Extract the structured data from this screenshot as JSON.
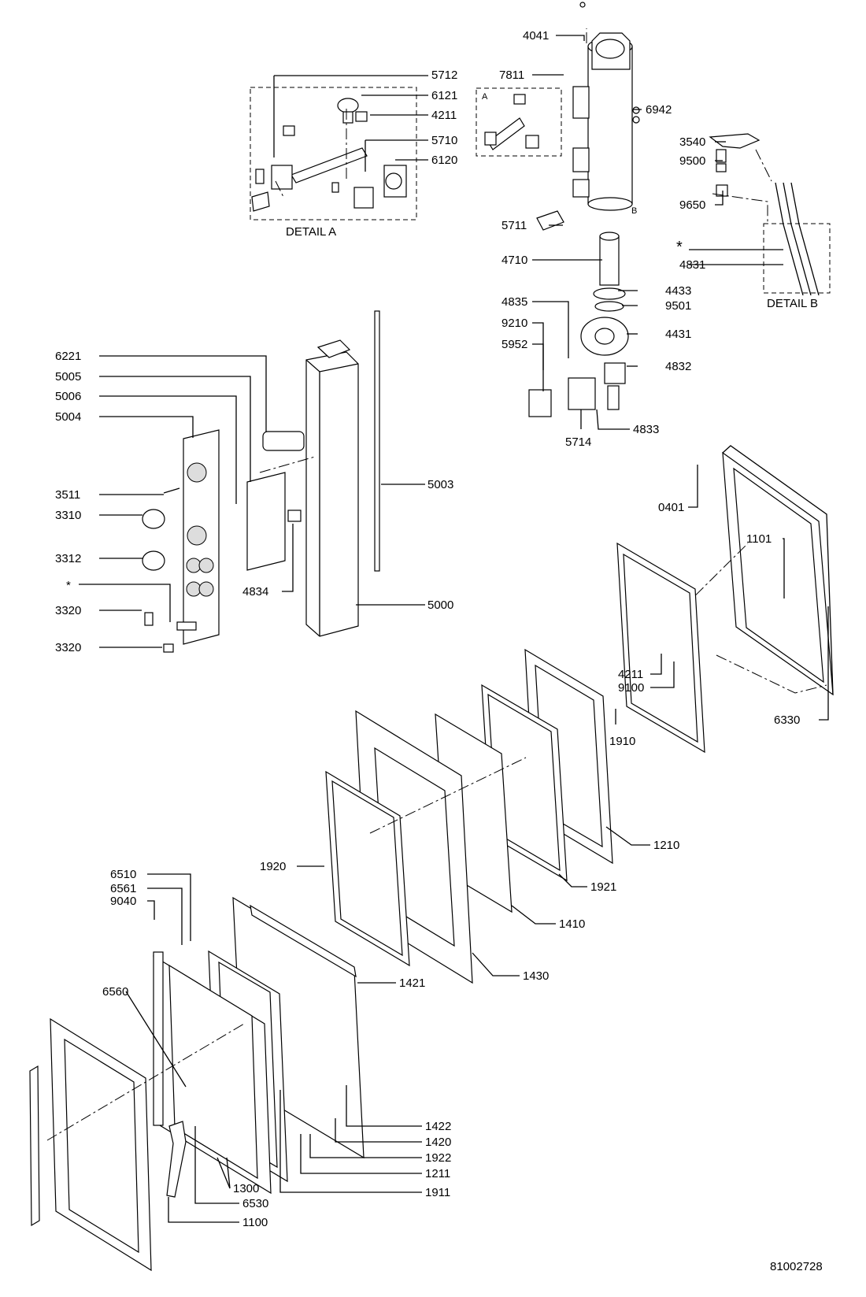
{
  "details": {
    "detail_a": "DETAIL A",
    "detail_b": "DETAIL B",
    "a_mark": "A",
    "b_mark": "B"
  },
  "drawing_number": "81002728",
  "callouts": [
    {
      "id": "c4041",
      "text": "4041"
    },
    {
      "id": "c7811",
      "text": "7811"
    },
    {
      "id": "c5712",
      "text": "5712"
    },
    {
      "id": "c6121",
      "text": "6121"
    },
    {
      "id": "c4211a",
      "text": "4211"
    },
    {
      "id": "c5710",
      "text": "5710"
    },
    {
      "id": "c6120",
      "text": "6120"
    },
    {
      "id": "c6942",
      "text": "6942"
    },
    {
      "id": "c3540",
      "text": "3540"
    },
    {
      "id": "c9500",
      "text": "9500"
    },
    {
      "id": "c9650",
      "text": "9650"
    },
    {
      "id": "c5711",
      "text": "5711"
    },
    {
      "id": "c4710",
      "text": "4710"
    },
    {
      "id": "cstarB",
      "text": "*"
    },
    {
      "id": "c4831",
      "text": "4831"
    },
    {
      "id": "c4433",
      "text": "4433"
    },
    {
      "id": "c4835",
      "text": "4835"
    },
    {
      "id": "c9501",
      "text": "9501"
    },
    {
      "id": "c9210",
      "text": "9210"
    },
    {
      "id": "c4431",
      "text": "4431"
    },
    {
      "id": "c5952",
      "text": "5952"
    },
    {
      "id": "c4832",
      "text": "4832"
    },
    {
      "id": "c4833",
      "text": "4833"
    },
    {
      "id": "c5714",
      "text": "5714"
    },
    {
      "id": "c6221",
      "text": "6221"
    },
    {
      "id": "c5005",
      "text": "5005"
    },
    {
      "id": "c5006",
      "text": "5006"
    },
    {
      "id": "c5004",
      "text": "5004"
    },
    {
      "id": "c5003",
      "text": "5003"
    },
    {
      "id": "c3511",
      "text": "3511"
    },
    {
      "id": "c3310",
      "text": "3310"
    },
    {
      "id": "c3312",
      "text": "3312"
    },
    {
      "id": "c4834",
      "text": "4834"
    },
    {
      "id": "cstarL",
      "text": "*"
    },
    {
      "id": "c5000",
      "text": "5000"
    },
    {
      "id": "c3320a",
      "text": "3320"
    },
    {
      "id": "c3320b",
      "text": "3320"
    },
    {
      "id": "c0401",
      "text": "0401"
    },
    {
      "id": "c1101",
      "text": "1101"
    },
    {
      "id": "c4211b",
      "text": "4211"
    },
    {
      "id": "c9100",
      "text": "9100"
    },
    {
      "id": "c1910",
      "text": "1910"
    },
    {
      "id": "c6330",
      "text": "6330"
    },
    {
      "id": "c1210",
      "text": "1210"
    },
    {
      "id": "c1920",
      "text": "1920"
    },
    {
      "id": "c1921",
      "text": "1921"
    },
    {
      "id": "c6510",
      "text": "6510"
    },
    {
      "id": "c6561",
      "text": "6561"
    },
    {
      "id": "c9040",
      "text": "9040"
    },
    {
      "id": "c1410",
      "text": "1410"
    },
    {
      "id": "c1430",
      "text": "1430"
    },
    {
      "id": "c1421",
      "text": "1421"
    },
    {
      "id": "c6560",
      "text": "6560"
    },
    {
      "id": "c1422",
      "text": "1422"
    },
    {
      "id": "c1420",
      "text": "1420"
    },
    {
      "id": "c1922",
      "text": "1922"
    },
    {
      "id": "c1211",
      "text": "1211"
    },
    {
      "id": "c1300",
      "text": "1300"
    },
    {
      "id": "c6530",
      "text": "6530"
    },
    {
      "id": "c1911",
      "text": "1911"
    },
    {
      "id": "c1100",
      "text": "1100"
    }
  ]
}
